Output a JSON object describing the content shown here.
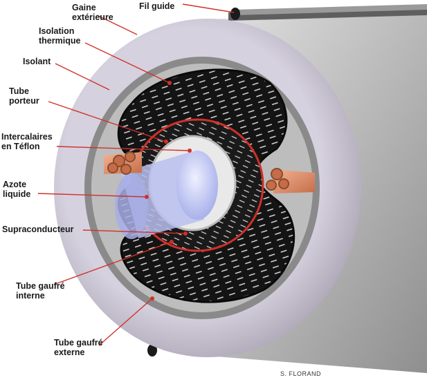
{
  "labels": {
    "gaine": "Gaine\nextérieure",
    "fil": "Fil guide",
    "isolation": "Isolation\nthermique",
    "isolant": "Isolant",
    "tube_porteur": "Tube\nporteur",
    "intercalaires": "Intercalaires\nen Téflon",
    "azote": "Azote\nliquide",
    "supra": "Supraconducteur",
    "tube_gaufre_int": "Tube gaufré\ninterne",
    "tube_gaufre_ext": "Tube gaufré\nexterne"
  },
  "credit": "S. FLORAND",
  "colors": {
    "leader": "#d0302a",
    "outer_ring": "#c9c3d3",
    "insulation": "#141414",
    "copper": "#e0906a",
    "core": "#c9cff5"
  }
}
